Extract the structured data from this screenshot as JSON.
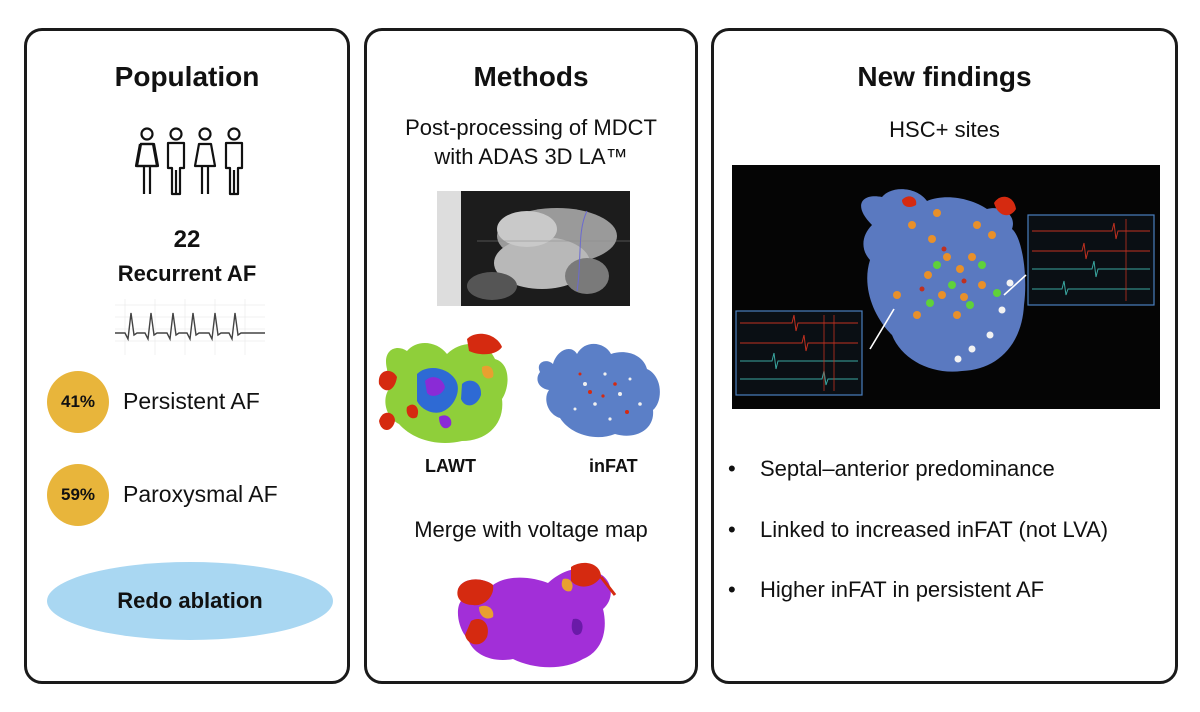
{
  "population": {
    "title": "Population",
    "count": "22",
    "count_label": "Recurrent AF",
    "items": [
      {
        "pct": "41%",
        "label": "Persistent AF"
      },
      {
        "pct": "59%",
        "label": "Paroxysmal AF"
      }
    ],
    "action": "Redo ablation"
  },
  "methods": {
    "title": "Methods",
    "subtitle_line1": "Post-processing of MDCT",
    "subtitle_line2": "with ADAS 3D LA™",
    "label_left": "LAWT",
    "label_right": "inFAT",
    "merge_label": "Merge with voltage map"
  },
  "findings": {
    "title": "New findings",
    "subtitle": "HSC+ sites",
    "bullet_char": "•",
    "bullets": [
      "Septal–anterior predominance",
      "Linked to increased inFAT (not LVA)",
      "Higher inFAT in persistent AF"
    ]
  },
  "colors": {
    "badge": "#e8b53b",
    "action_bg": "#a9d7f2",
    "map_blue": "#5b7fc7",
    "voltage_purple": "#a22fd8",
    "lawt_green": "#8fcf3a"
  }
}
